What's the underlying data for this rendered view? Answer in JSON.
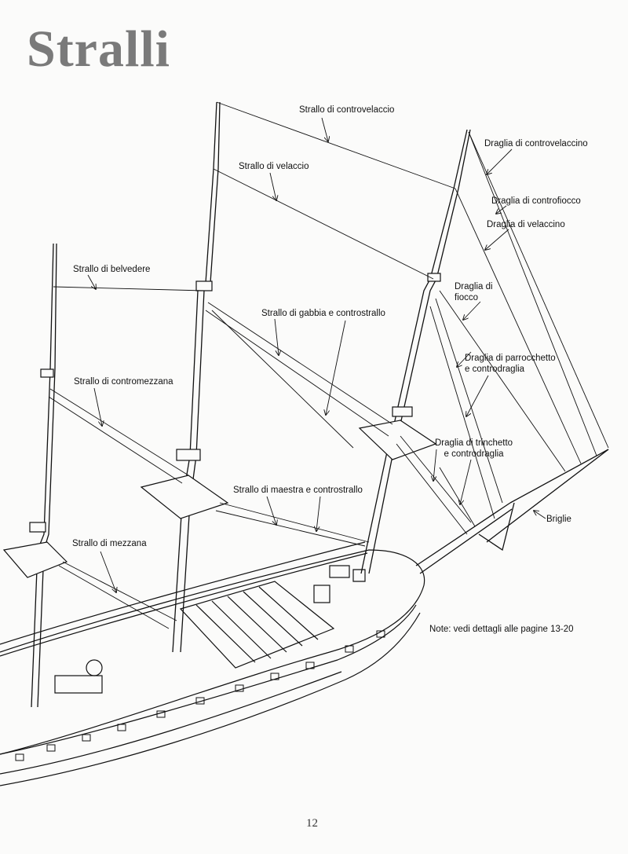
{
  "page": {
    "title": "Stralli",
    "number": "12"
  },
  "labels": {
    "strallo_controvelaccio": "Strallo di controvelaccio",
    "strallo_velaccio": "Strallo di velaccio",
    "strallo_belvedere": "Strallo di belvedere",
    "strallo_gabbia": "Strallo di gabbia e controstrallo",
    "strallo_contromezzana": "Strallo di contromezzana",
    "strallo_maestra": "Strallo di maestra e controstrallo",
    "strallo_mezzana": "Strallo di mezzana",
    "draglia_controvelaccino": "Draglia di controvelaccino",
    "draglia_controfiocco": "Draglia di controfiocco",
    "draglia_velaccino": "Draglia di velaccino",
    "draglia_fiocco_1": "Draglia di",
    "draglia_fiocco_2": "fiocco",
    "draglia_parrocchetto_1": "Draglia di parrocchetto",
    "draglia_parrocchetto_2": "e controdraglia",
    "draglia_trinchetto_1": "Draglia di trinchetto",
    "draglia_trinchetto_2": "e controdraglia",
    "briglie": "Briglie",
    "note": "Note: vedi dettagli alle pagine 13-20"
  }
}
